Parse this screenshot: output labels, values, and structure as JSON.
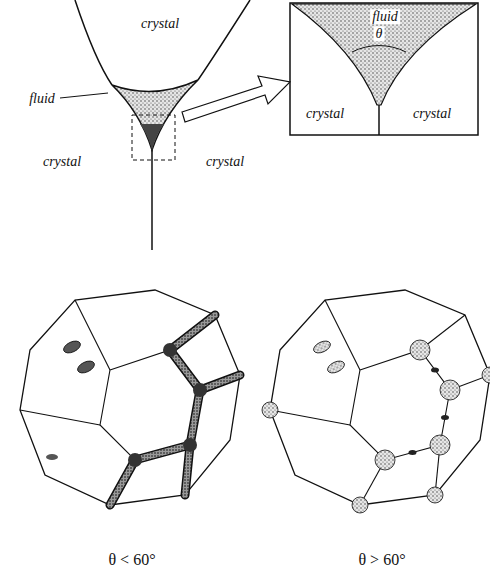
{
  "diagram": {
    "labels": [
      "crystal",
      "fluid",
      "crystal",
      "crystal",
      "fluid",
      "θ",
      "crystal",
      "crystal",
      "θ < 60°",
      "θ > 60°"
    ]
  }
}
